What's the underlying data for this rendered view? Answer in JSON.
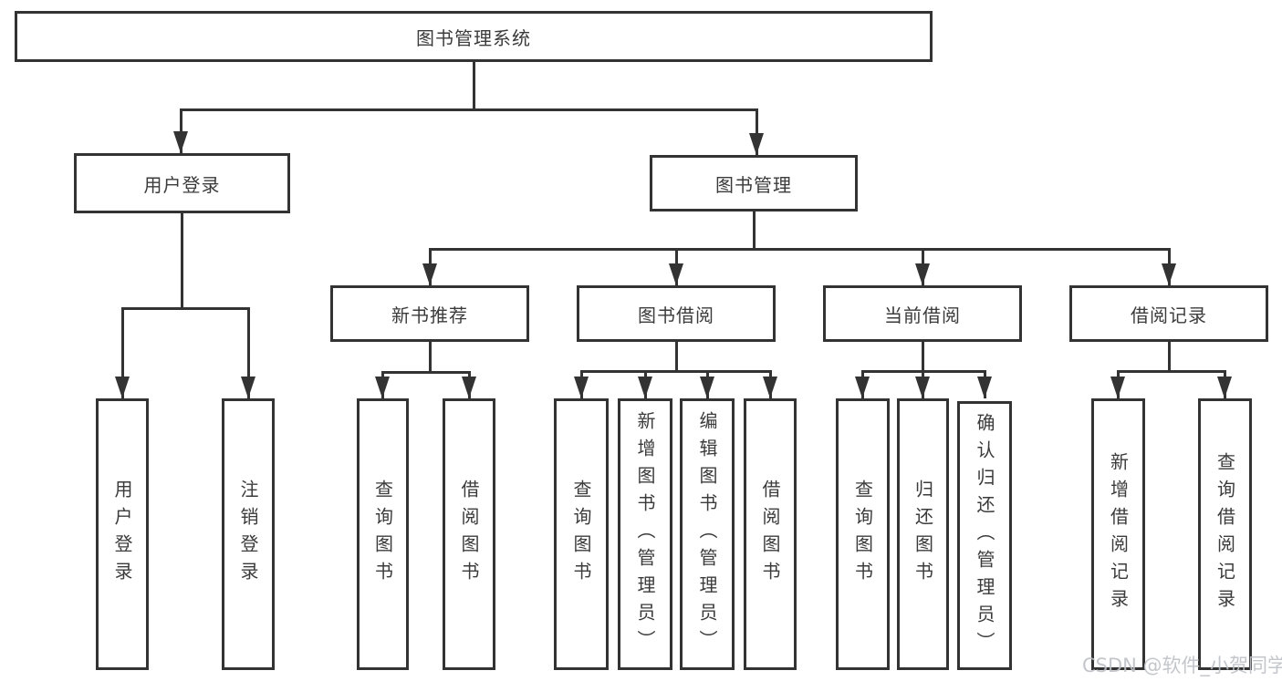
{
  "diagram": {
    "type": "hierarchy-tree",
    "colors": {
      "line": "#333333",
      "box_border": "#333333",
      "text": "#3b3b3b",
      "background": "#ffffff",
      "watermark": "#bcc0c5"
    },
    "tree": {
      "label": "图书管理系统",
      "children": [
        {
          "label": "用户登录",
          "children": [
            {
              "label": "用户登录"
            },
            {
              "label": "注销登录"
            }
          ]
        },
        {
          "label": "图书管理",
          "children": [
            {
              "label": "新书推荐",
              "children": [
                {
                  "label": "查询图书"
                },
                {
                  "label": "借阅图书"
                }
              ]
            },
            {
              "label": "图书借阅",
              "children": [
                {
                  "label": "查询图书"
                },
                {
                  "label": "新增图书（管理员）"
                },
                {
                  "label": "编辑图书（管理员）"
                },
                {
                  "label": "借阅图书"
                }
              ]
            },
            {
              "label": "当前借阅",
              "children": [
                {
                  "label": "查询图书"
                },
                {
                  "label": "归还图书"
                },
                {
                  "label": "确认归还（管理员）"
                }
              ]
            },
            {
              "label": "借阅记录",
              "children": [
                {
                  "label": "新增借阅记录"
                },
                {
                  "label": "查询借阅记录"
                }
              ]
            }
          ]
        }
      ]
    },
    "watermark": {
      "text": "CSDN @软件_小贺同学"
    }
  }
}
